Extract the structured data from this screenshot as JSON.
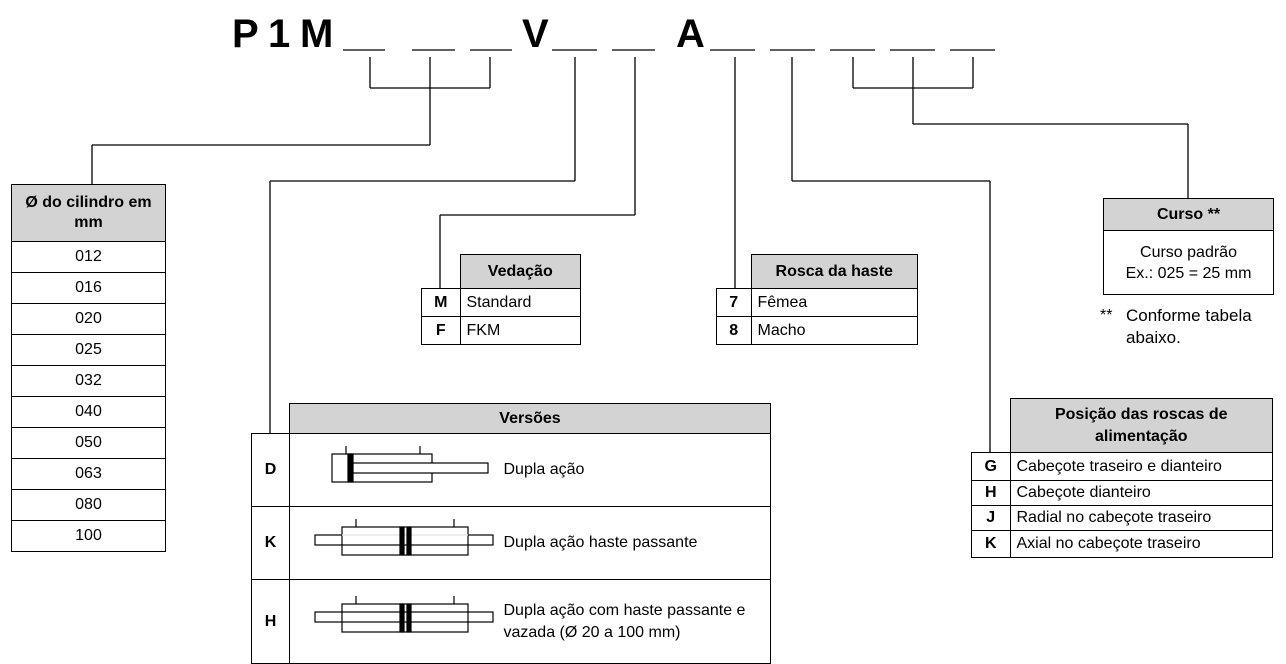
{
  "code": {
    "p": "P",
    "one": "1",
    "m": "M",
    "v": "V",
    "a": "A"
  },
  "diameter": {
    "header": "Ø do cilindro em mm",
    "values": [
      "012",
      "016",
      "020",
      "025",
      "032",
      "040",
      "050",
      "063",
      "080",
      "100"
    ]
  },
  "vedacao": {
    "header": "Vedação",
    "rows": [
      {
        "code": "M",
        "label": "Standard"
      },
      {
        "code": "F",
        "label": "FKM"
      }
    ]
  },
  "rosca": {
    "header": "Rosca da haste",
    "rows": [
      {
        "code": "7",
        "label": "Fêmea"
      },
      {
        "code": "8",
        "label": "Macho"
      }
    ]
  },
  "curso": {
    "header": "Curso **",
    "line1": "Curso padrão",
    "line2": "Ex.: 025 = 25 mm",
    "note_mark": "**",
    "note": "Conforme tabela abaixo."
  },
  "versoes": {
    "header": "Versões",
    "rows": [
      {
        "code": "D",
        "label": "Dupla ação"
      },
      {
        "code": "K",
        "label": "Dupla ação haste passante"
      },
      {
        "code": "H",
        "label": "Dupla ação com haste passante e vazada (Ø 20 a 100 mm)"
      }
    ]
  },
  "posicao": {
    "header": "Posição das roscas de alimentação",
    "rows": [
      {
        "code": "G",
        "label": "Cabeçote traseiro e dianteiro"
      },
      {
        "code": "H",
        "label": "Cabeçote dianteiro"
      },
      {
        "code": "J",
        "label": "Radial no cabeçote traseiro"
      },
      {
        "code": "K",
        "label": "Axial no cabeçote traseiro"
      }
    ]
  }
}
